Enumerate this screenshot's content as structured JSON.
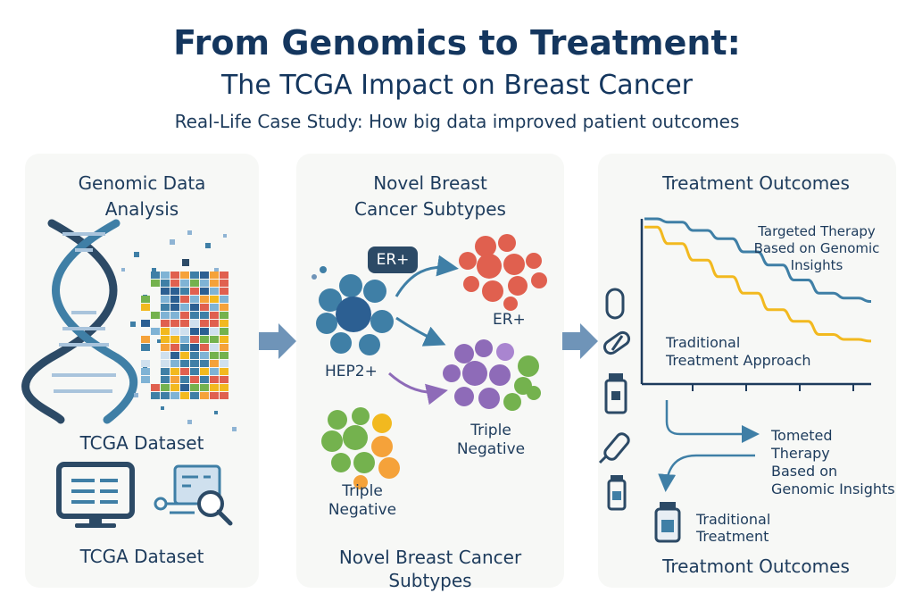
{
  "header": {
    "title": "From Genomics to Treatment:",
    "subtitle": "The TCGA Impact on Breast Cancer",
    "tagline": "Real-Life Case Study: How big data improved patient outcomes"
  },
  "panel_genomic": {
    "title_line1": "Genomic Data",
    "title_line2": "Analysis",
    "dataset_label": "TCGA Dataset",
    "footer_label": "TCGA Dataset",
    "icons": [
      "dna-helix-icon",
      "heatmap-icon",
      "monitor-icon",
      "data-search-icon"
    ]
  },
  "panel_subtypes": {
    "title_line1": "Novel Breast",
    "title_line2": "Cancer Subtypes",
    "badge": "ER+",
    "er_label": "ER+",
    "hep2_label": "HEP2+",
    "triple_right_line1": "Triple",
    "triple_right_line2": "Negative",
    "triple_left_line1": "Triple",
    "triple_left_line2": "Negative",
    "footer_line1": "Novel Breast Cancer",
    "footer_line2": "Subtypes"
  },
  "panel_outcomes": {
    "title": "Treatment Outcomes",
    "targeted_line1": "Targeted Therapy",
    "targeted_line2": "Based on Genomic",
    "targeted_line3": "Insights",
    "traditional_line1": "Traditional",
    "traditional_line2": "Treatment Approach",
    "tometed_line1": "Tometed",
    "tometed_line2": "Therapy",
    "tometed_line3": "Based on",
    "tometed_line4": "Genomic Insights",
    "trad_small_line1": "Traditional",
    "trad_small_line2": "Treatment",
    "footer": "Treatmont Outcomes",
    "icons": [
      "capsule-icon",
      "pill-icon",
      "medicine-bottle-icon",
      "injector-icon",
      "vial-icon"
    ]
  },
  "colors": {
    "navy": "#1d3b5c",
    "blue_line": "#3f7fa6",
    "yellow_line": "#f2b91f",
    "red": "#e0604f",
    "green": "#74b24e",
    "purple": "#8e6bb8",
    "orange": "#f5a23a"
  },
  "chart_data": {
    "type": "line",
    "title": "",
    "xlabel": "",
    "ylabel": "",
    "series": [
      {
        "name": "Targeted Therapy Based on Genomic Insights",
        "values": [
          1.0,
          0.98,
          0.93,
          0.88,
          0.8,
          0.72,
          0.63,
          0.55,
          0.52,
          0.5
        ]
      },
      {
        "name": "Traditional Treatment Approach",
        "values": [
          0.95,
          0.85,
          0.75,
          0.65,
          0.55,
          0.45,
          0.38,
          0.3,
          0.27,
          0.26
        ]
      }
    ]
  }
}
